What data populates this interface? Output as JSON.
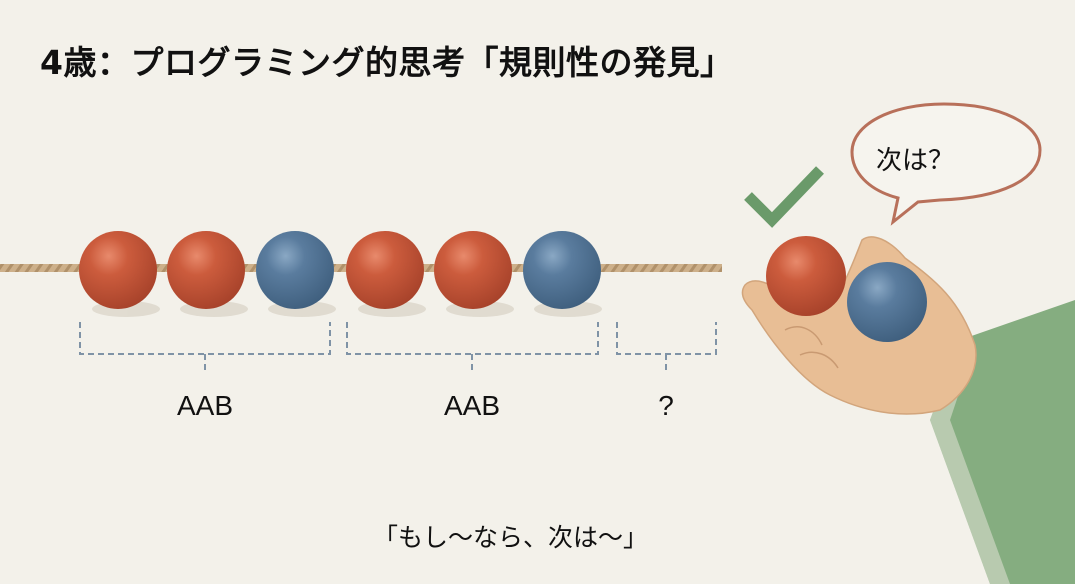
{
  "title": "4歳：プログラミング的思考「規則性の発見」",
  "pattern": {
    "beads": [
      "red",
      "red",
      "blue",
      "red",
      "red",
      "blue"
    ],
    "colors": {
      "red": "#c4583b",
      "blue": "#55789a",
      "rope": "#c9ab80",
      "bracket": "#7f93a6"
    },
    "groups": [
      {
        "label": "AAB"
      },
      {
        "label": "AAB"
      },
      {
        "label": "?"
      }
    ]
  },
  "hand": {
    "held_beads": [
      "red",
      "blue"
    ],
    "check_color": "#6a9a6a",
    "sleeve_color": "#85ad80"
  },
  "speech_bubble": {
    "text": "次は？",
    "border_color": "#b8705a"
  },
  "caption": "「もし〜なら、次は〜」"
}
